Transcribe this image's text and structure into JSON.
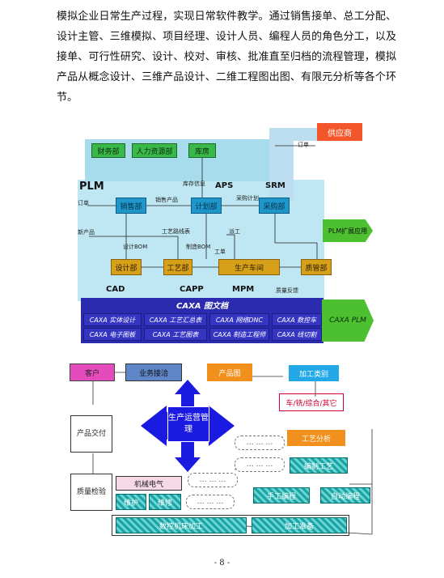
{
  "paragraph": "模拟企业日常生产过程，实现日常软件教学。通过销售接单、总工分配、设计主管、三维模拟、项目经理、设计人员、编程人员的角色分工，以及接单、可行性研究、设计、校对、审核、批准直至归档的流程管理，模拟产品从概念设计、三维产品设计、二维工程图出图、有限元分析等各个环节。",
  "plm": {
    "supplier": "供应商",
    "order_top": "订单",
    "finance": "财务部",
    "hr": "人力资源部",
    "warehouse": "库房",
    "plm_label": "PLM",
    "stock_info": "库存信息",
    "aps": "APS",
    "srm": "SRM",
    "order_left": "订单",
    "sales": "销售部",
    "sales_product": "销售产品",
    "plan": "计划部",
    "purchase_plan": "采购计划",
    "purchase": "采购部",
    "plm_ext": "PLM扩展应用",
    "new_product": "新产品",
    "process_plan": "工艺路线表",
    "work_order": "派工",
    "design_bom": "设计BOM",
    "mfg_bom": "制造BOM",
    "work_ticket": "工单",
    "design": "设计部",
    "process": "工艺部",
    "workshop": "生产车间",
    "quality": "质管部",
    "cad": "CAD",
    "capp": "CAPP",
    "mpm": "MPM",
    "quality_feedback": "质量反馈",
    "doc": "CAXA 图文档",
    "caxa_plm": "CAXA PLM",
    "modules": [
      "CAXA 实体设计",
      "CAXA 工艺汇总表",
      "CAXA 网络DNC",
      "CAXA 数控车",
      "CAXA 电子图板",
      "CAXA 工艺图表",
      "CAXA 制造工程师",
      "CAXA 线切割"
    ]
  },
  "flow": {
    "customer": "客户",
    "business": "业务接洽",
    "product_drawing": "产品图",
    "processing_type": "加工类别",
    "types": "车/铣/综合/其它",
    "center": "生产运营管理",
    "delivery": "产品交付",
    "quality": "质量检验",
    "process_analysis": "工艺分析",
    "write_process": "编制工艺",
    "mech_elec": "机械电气",
    "repair": "维护",
    "maintain": "维修",
    "manual_program": "手工编程",
    "auto_program": "自动编程",
    "cnc": "数控机床加工",
    "prep": "加工准备",
    "ellipsis": "… … …"
  },
  "footer": "- 8 -"
}
